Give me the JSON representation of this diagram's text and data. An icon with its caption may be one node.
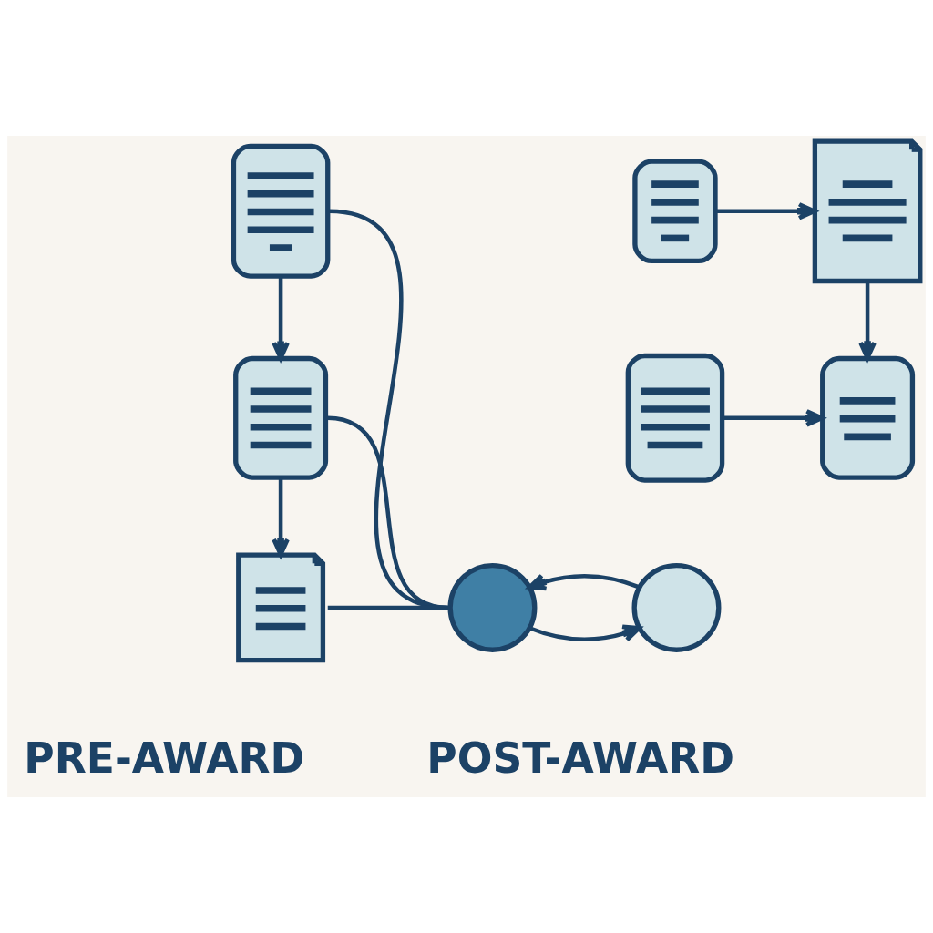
{
  "diagram": {
    "nodes": [
      {
        "text": [],
        "shape": "picture"
      },
      {
        "text": [],
        "shape": "picture"
      },
      {
        "text": [],
        "shape": "picture"
      },
      {
        "text": [],
        "shape": "picture"
      },
      {
        "text": [],
        "shape": "picture"
      },
      {
        "text": [],
        "shape": "picture"
      },
      {
        "text": [],
        "shape": "picture"
      },
      {
        "text": [],
        "shape": "circle"
      },
      {
        "text": [],
        "shape": "circle"
      }
    ],
    "edges": [
      {
        "from": 0,
        "to": 1,
        "arrow": "to"
      },
      {
        "from": 1,
        "to": 2,
        "arrow": "to"
      },
      {
        "from": 0,
        "to": 7,
        "arrow": "none"
      },
      {
        "from": 1,
        "to": 7,
        "arrow": "none"
      },
      {
        "from": 2,
        "to": 7,
        "arrow": "none"
      },
      {
        "from": 3,
        "to": 4,
        "arrow": "to"
      },
      {
        "from": 4,
        "to": 6,
        "arrow": "to"
      },
      {
        "from": 5,
        "to": 6,
        "arrow": "to"
      },
      {
        "from": 7,
        "to": 8,
        "arrow": "to"
      },
      {
        "from": 8,
        "to": 7,
        "arrow": "to"
      }
    ],
    "labels": [
      "PRE-AWARD",
      "POST-AWARD"
    ]
  }
}
